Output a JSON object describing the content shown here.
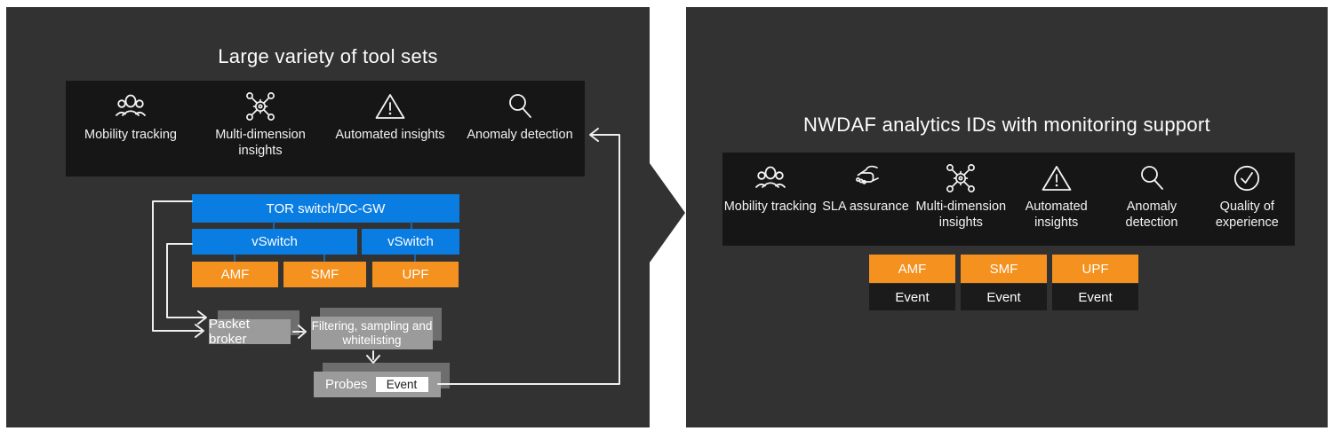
{
  "left_panel": {
    "title": "Large variety of tool sets",
    "tools": [
      {
        "icon": "mobility-tracking-icon",
        "label": "Mobility tracking"
      },
      {
        "icon": "multi-dimension-insights-icon",
        "label": "Multi-dimension insights"
      },
      {
        "icon": "automated-insights-icon",
        "label": "Automated insights"
      },
      {
        "icon": "anomaly-detection-icon",
        "label": "Anomaly detection"
      }
    ],
    "network": {
      "tor_switch": "TOR switch/DC-GW",
      "vswitch_left": "vSwitch",
      "vswitch_right": "vSwitch",
      "nf": [
        "AMF",
        "SMF",
        "UPF"
      ],
      "packet_broker": "Packet broker",
      "filtering": "Filtering, sampling and whitelisting",
      "probes": "Probes",
      "probes_event": "Event"
    }
  },
  "right_panel": {
    "title": "NWDAF analytics IDs with monitoring support",
    "analytics": [
      {
        "icon": "mobility-tracking-icon",
        "label": "Mobility tracking"
      },
      {
        "icon": "sla-assurance-icon",
        "label": "SLA assurance"
      },
      {
        "icon": "multi-dimension-insights-icon",
        "label": "Multi-dimension insights"
      },
      {
        "icon": "automated-insights-icon",
        "label": "Automated insights"
      },
      {
        "icon": "anomaly-detection-icon",
        "label": "Anomaly detection"
      },
      {
        "icon": "quality-of-experience-icon",
        "label": "Quality of experience"
      }
    ],
    "nf_columns": [
      {
        "name": "AMF",
        "event": "Event"
      },
      {
        "name": "SMF",
        "event": "Event"
      },
      {
        "name": "UPF",
        "event": "Event"
      }
    ]
  },
  "colors": {
    "panel_background": "#323232",
    "icon_bar_background": "#161616",
    "blue_box": "#0a7de2",
    "orange_box": "#f5911e",
    "gray_box": "#9b9b9b",
    "gray_box_shadow": "#6e6e6e",
    "connector_line": "#efefef",
    "event_dark_box": "#1b1b1b"
  }
}
